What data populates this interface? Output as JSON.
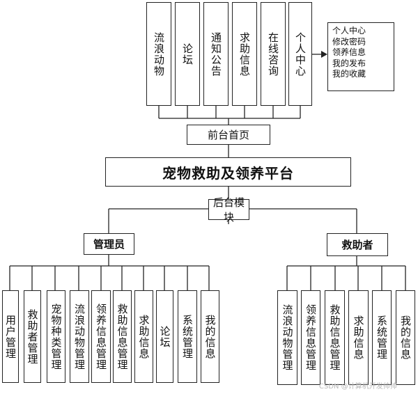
{
  "platform_title": "宠物救助及领养平台",
  "front": {
    "label": "前台首页",
    "modules": [
      "流浪动物",
      "论坛",
      "通知公告",
      "求助信息",
      "在线咨询",
      "个人中心"
    ],
    "personal_center_items": [
      "个人中心",
      "修改密码",
      "领养信息",
      "我的发布",
      "我的收藏"
    ]
  },
  "back": {
    "label": "后台模块",
    "admin": {
      "label": "管理员",
      "modules": [
        "用户管理",
        "救助者管理",
        "宠物种类管理",
        "流浪动物管理",
        "领养信息管理",
        "救助信息管理",
        "求助信息",
        "论坛",
        "系统管理",
        "我的信息"
      ]
    },
    "rescuer": {
      "label": "救助者",
      "modules": [
        "流浪动物管理",
        "领养信息管理",
        "救助信息管理",
        "求助信息",
        "系统管理",
        "我的信息"
      ]
    }
  },
  "watermark": "CSDN @计算机开发帅帅"
}
